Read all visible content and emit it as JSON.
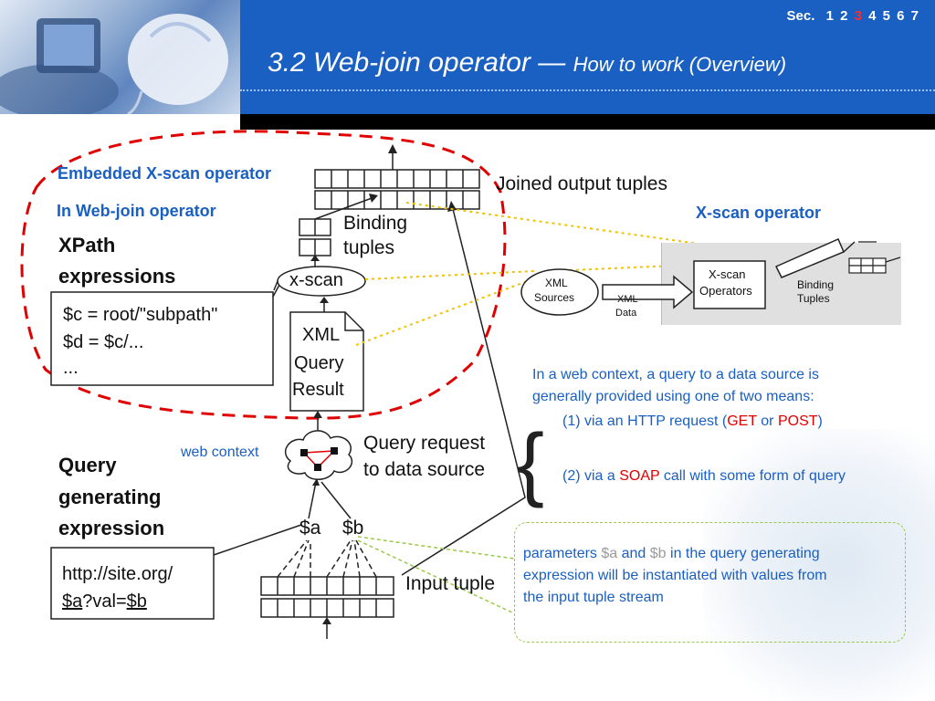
{
  "header": {
    "sec_label": "Sec.",
    "sections": [
      "1",
      "2",
      "3",
      "4",
      "5",
      "6",
      "7"
    ],
    "current_section": "3",
    "title_main": "3.2 Web-join operator —",
    "title_sub": "How to work (Overview)"
  },
  "labels": {
    "embedded": "Embedded X-scan operator",
    "in_webjoin": "In Web-join operator",
    "xscan_operator": "X-scan operator",
    "web_context": "web context"
  },
  "diagram": {
    "joined_output": "Joined output tuples",
    "binding_tuples_1": "Binding",
    "binding_tuples_2": "tuples",
    "xpath_1": "XPath",
    "xpath_2": "expressions",
    "xscan_node": "x-scan",
    "xpath_code_1": "$c = root/\"subpath\"",
    "xpath_code_2": "$d = $c/...",
    "xpath_code_3": "...",
    "xml_result_1": "XML",
    "xml_result_2": "Query",
    "xml_result_3": "Result",
    "query_request_1": "Query request",
    "query_request_2": "to data source",
    "query_gen_1": "Query",
    "query_gen_2": "generating",
    "query_gen_3": "expression",
    "var_a": "$a",
    "var_b": "$b",
    "url_1": "http://site.org/",
    "url_2a": "$a",
    "url_2b": "?val=",
    "url_2c": "$b",
    "input_tuple": "Input tuple"
  },
  "xscan_panel": {
    "xml_sources_1": "XML",
    "xml_sources_2": "Sources",
    "xml_data_1": "XML",
    "xml_data_2": "Data",
    "operators_1": "X-scan",
    "operators_2": "Operators",
    "binding_1": "Binding",
    "binding_2": "Tuples"
  },
  "context_text": {
    "line1": "In a web context, a query to a data source is",
    "line2": "generally provided using one of two means:",
    "opt1_a": "(1) via an HTTP request (",
    "opt1_get": "GET",
    "opt1_or": " or ",
    "opt1_post": "POST",
    "opt1_end": ")",
    "opt2_a": "(2) via a ",
    "opt2_soap": "SOAP",
    "opt2_b": " call with some form of query"
  },
  "params_text": {
    "p1": "parameters ",
    "pa": "$a",
    "pand": " and ",
    "pb": "$b",
    "p2": " in the query generating",
    "line2": "expression will be instantiated with values from",
    "line3": "the input tuple stream"
  },
  "colors": {
    "accent": "#1a5fc2",
    "highlight": "#e00000",
    "dashed_region": "#e00000",
    "dotted_link": "#f2c200",
    "param_box": "#9ac84a"
  }
}
